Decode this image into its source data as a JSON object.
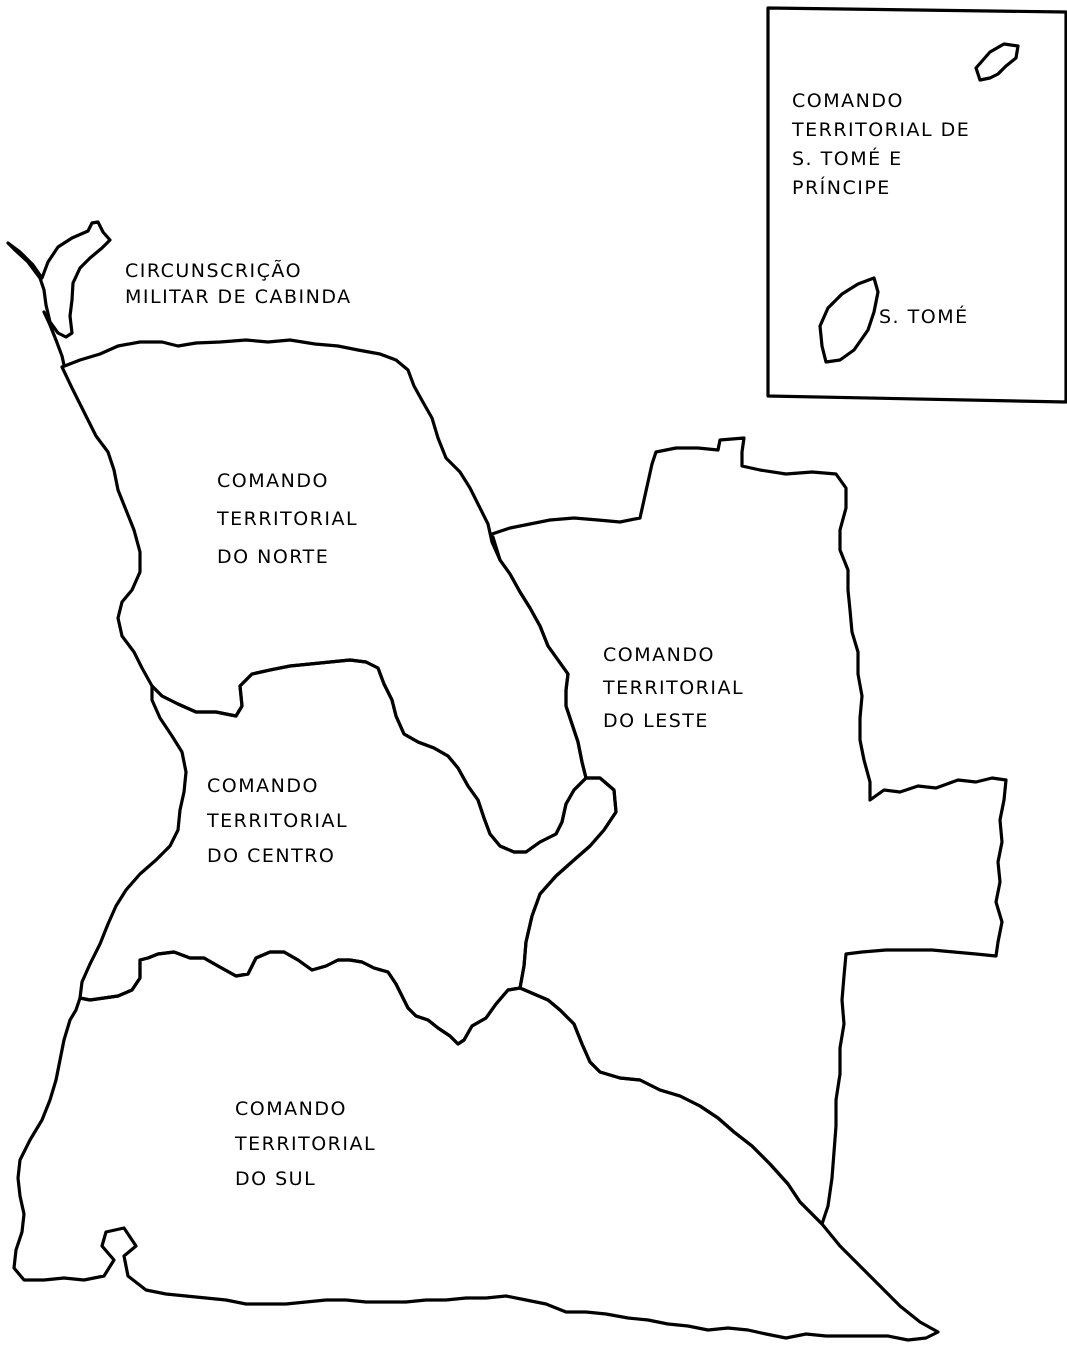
{
  "map": {
    "regions": [
      {
        "id": "cabinda",
        "label": "CIRCUNSCRIÇÃO\nMILITAR DE CABINDA"
      },
      {
        "id": "norte",
        "label": "COMANDO\nTERRITORIAL\nDO NORTE"
      },
      {
        "id": "leste",
        "label": "COMANDO\nTERRITORIAL\nDO LESTE"
      },
      {
        "id": "centro",
        "label": "COMANDO\nTERRITORIAL\nDO CENTRO"
      },
      {
        "id": "sul",
        "label": "COMANDO\nTERRITORIAL\nDO SUL"
      }
    ],
    "inset": {
      "title": "COMANDO\nTERRITORIAL DE\nS. TOMÉ E\nPRÍNCIPE",
      "island_label": "S. TOMÉ"
    },
    "colors": {
      "line": "#000000",
      "background": "#ffffff"
    }
  }
}
